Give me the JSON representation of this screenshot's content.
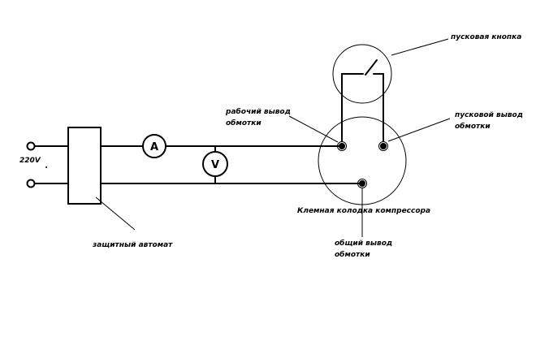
{
  "labels": {
    "start_button": "пусковая кнопка",
    "working_terminal_1": "рабочий вывод",
    "working_terminal_2": "обмотки",
    "start_terminal_1": "пусковой вывод",
    "start_terminal_2": "обмотки",
    "voltage": "220V",
    "terminal_block": "Клемная колодка компрессора",
    "common_terminal_1": "общий вывод",
    "common_terminal_2": "обмотки",
    "breaker": "защитный автомат"
  },
  "meters": {
    "ammeter": "A",
    "voltmeter": "V"
  }
}
